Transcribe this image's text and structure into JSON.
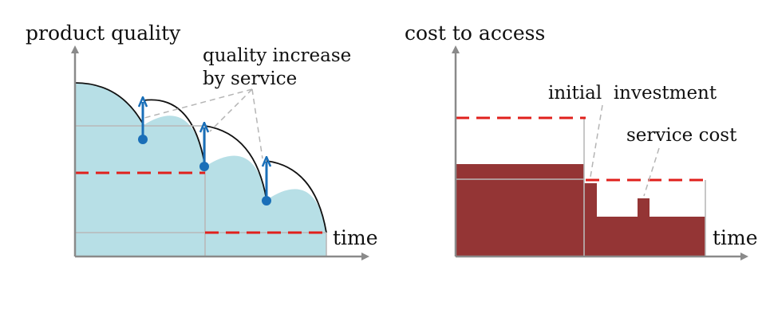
{
  "left_panel": {
    "y_axis_label": "product quality",
    "x_axis_label": "time",
    "annotation_line1": "quality increase",
    "annotation_line2": "by service"
  },
  "right_panel": {
    "y_axis_label": "cost to access",
    "x_axis_label": "time",
    "annotation_initial": "initial  investment",
    "annotation_service": "service cost"
  },
  "colors": {
    "fill_quality": "#b7dfe6",
    "fill_cost": "#943535",
    "reference_dashed": "#e0201c",
    "arrow_blue": "#1a6fb8",
    "axis_gray": "#8a8a8a",
    "grid_gray": "#b9b9b9",
    "leader_gray": "#b5b5b5"
  }
}
